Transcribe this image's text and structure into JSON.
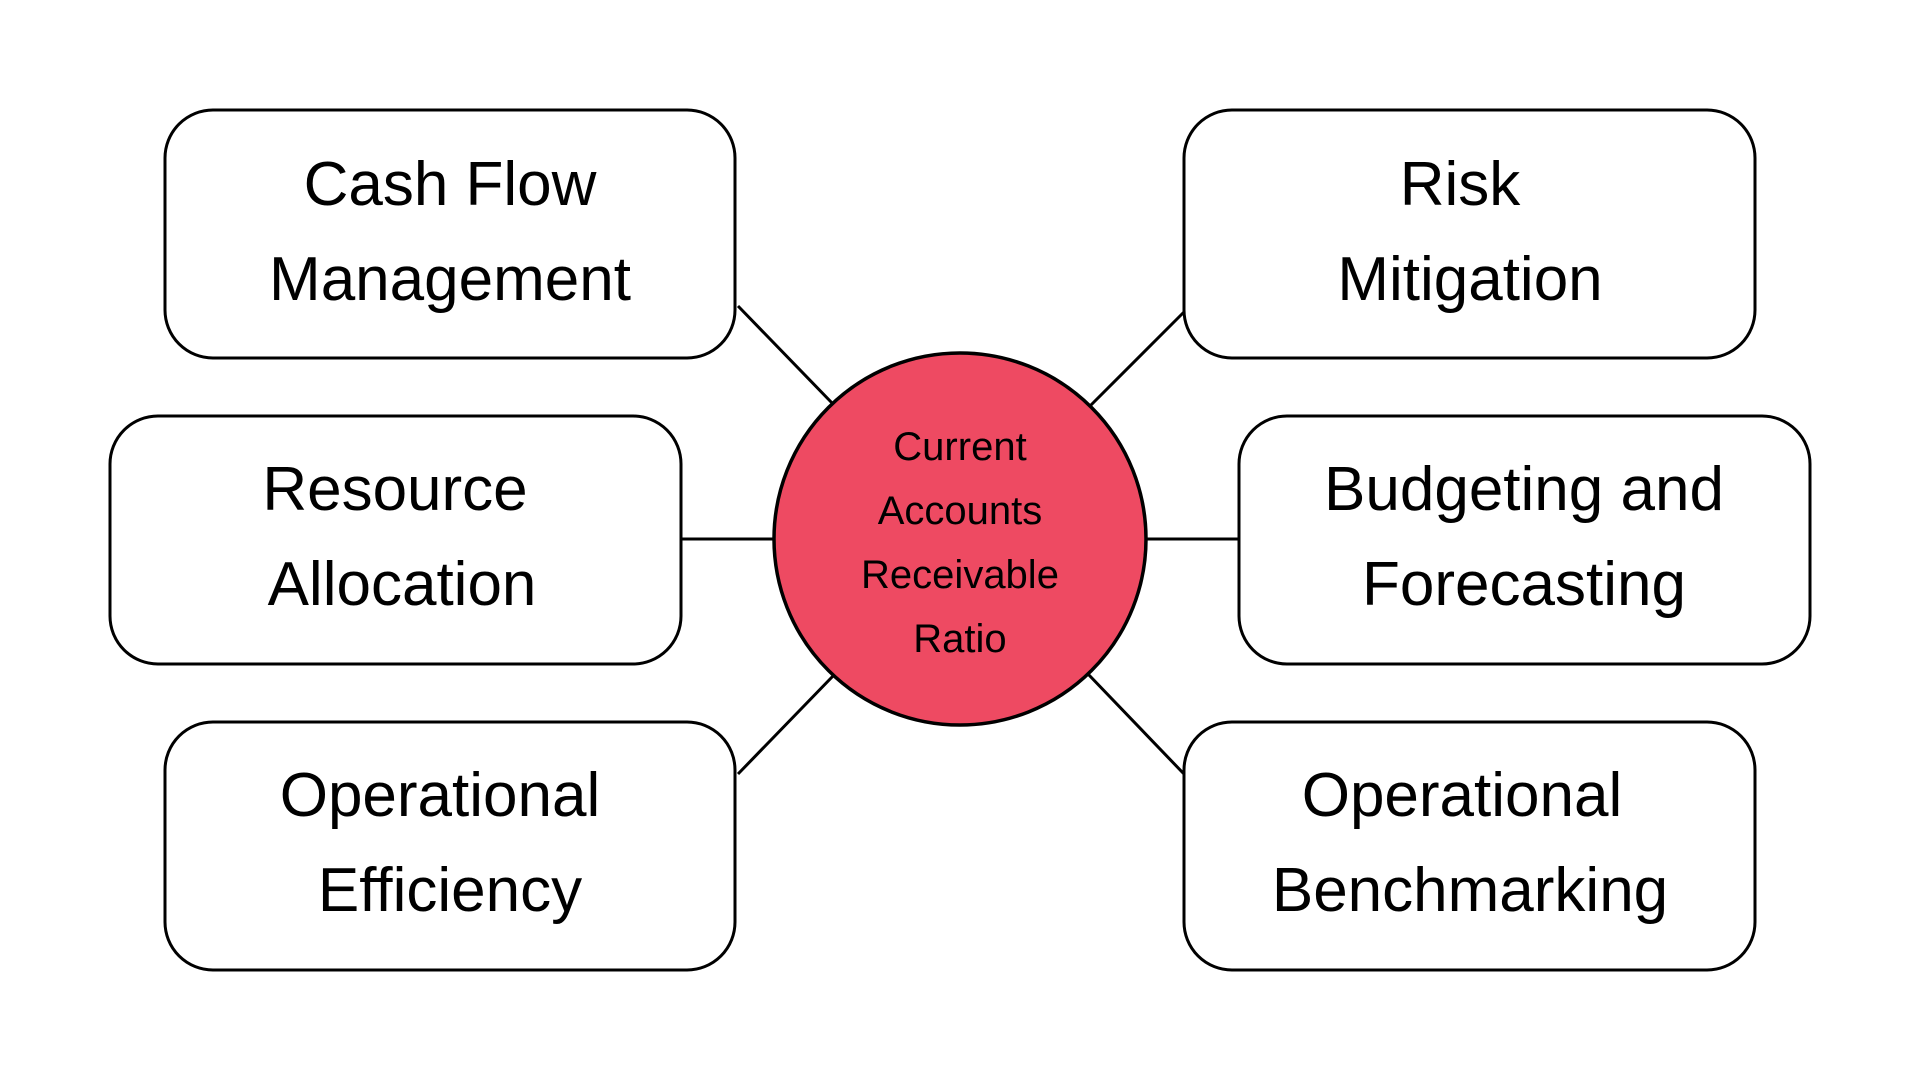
{
  "center": {
    "lines": [
      "Current",
      "Accounts",
      "Receivable",
      "Ratio"
    ],
    "color": "#ee4a62"
  },
  "nodes": [
    {
      "id": "cash-flow-management",
      "lines": [
        "Cash Flow",
        "Management"
      ]
    },
    {
      "id": "resource-allocation",
      "lines": [
        "Resource",
        "Allocation"
      ]
    },
    {
      "id": "operational-efficiency",
      "lines": [
        "Operational",
        "Efficiency"
      ]
    },
    {
      "id": "risk-mitigation",
      "lines": [
        "Risk",
        "Mitigation"
      ]
    },
    {
      "id": "budgeting-and-forecasting",
      "lines": [
        "Budgeting and",
        "Forecasting"
      ]
    },
    {
      "id": "operational-benchmarking",
      "lines": [
        "Operational",
        "Benchmarking"
      ]
    }
  ]
}
